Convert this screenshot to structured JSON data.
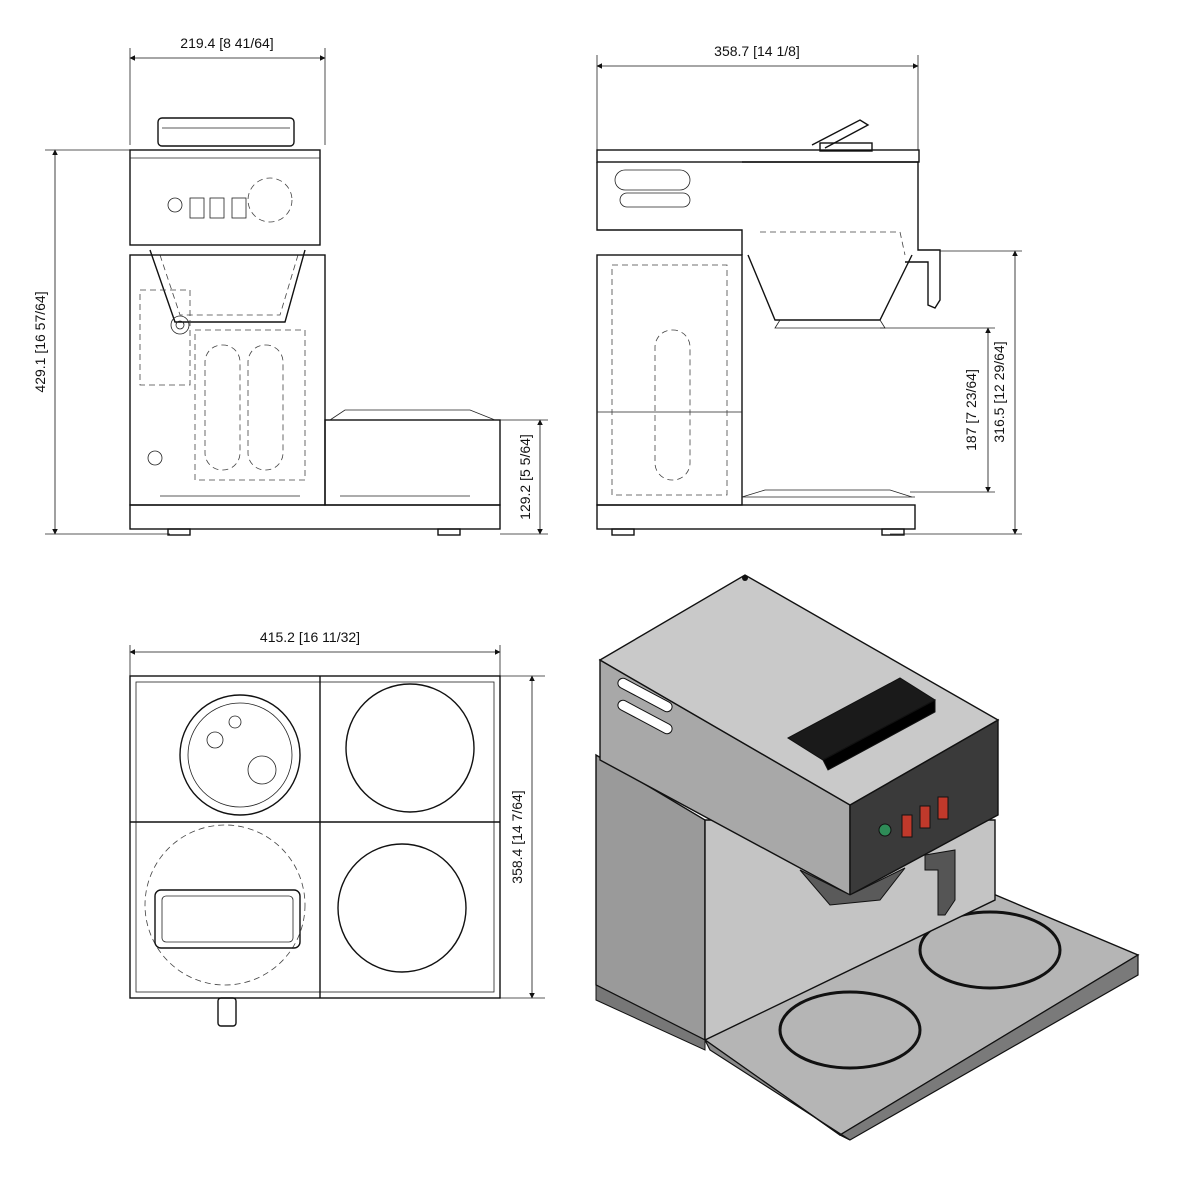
{
  "diagram": {
    "views": [
      {
        "id": "front",
        "labels": {
          "width": "219.4 [8 41/64]",
          "height": "429.1 [16 57/64]",
          "platform_height": "129.2 [5 5/64]"
        }
      },
      {
        "id": "side",
        "labels": {
          "width": "358.7 [14 1/8]",
          "spout_height": "187 [7 23/64]",
          "funnel_height": "316.5 [12 29/64]"
        }
      },
      {
        "id": "top",
        "labels": {
          "width": "415.2 [16 11/32]",
          "depth": "358.4 [14 7/64]"
        }
      },
      {
        "id": "isometric",
        "labels": {}
      }
    ],
    "colors": {
      "line": "#111111",
      "body_fill": "#b9b9b9",
      "body_dark": "#8a8a8a",
      "lid": "#1a1a1a",
      "switch_red": "#c0392b",
      "switch_green": "#2e8b57"
    }
  }
}
